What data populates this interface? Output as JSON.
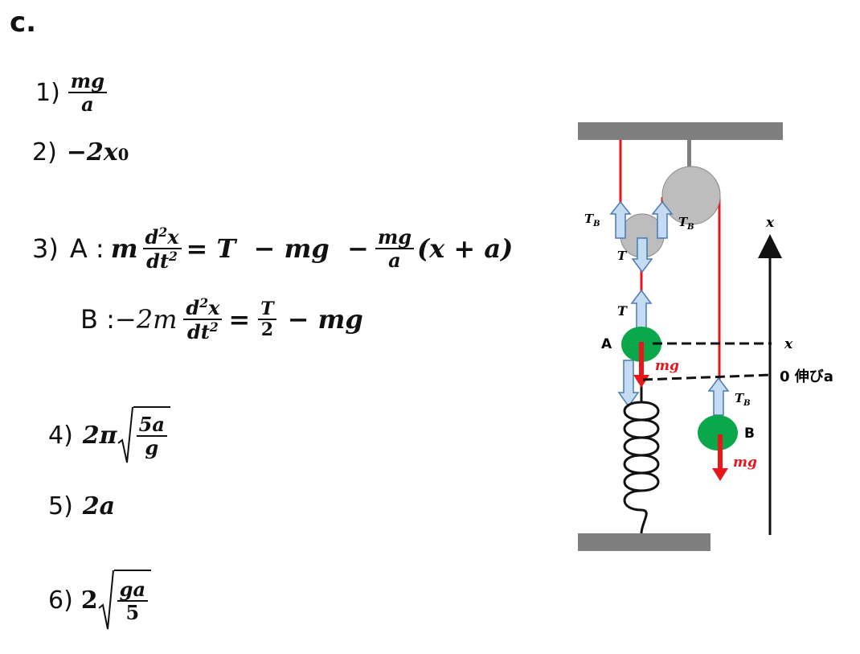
{
  "header": "c.",
  "answers": {
    "a1": {
      "label": "1)",
      "num": "mg",
      "den": "a"
    },
    "a2": {
      "label": "2)",
      "expr": "−2x",
      "sub": "0"
    },
    "a3": {
      "label": "3)",
      "A_label": "A :",
      "A_m": "m",
      "A_num": "d",
      "A_num_sup": "2",
      "A_num_x": "x",
      "A_den": "dt",
      "A_den_sup": "2",
      "A_rhs1": "= T  − mg  −",
      "A_frac_num": "mg",
      "A_frac_den": "a",
      "A_rhs2": "(x + a)",
      "B_label": "B :",
      "B_coef": "−2m",
      "B_num": "d",
      "B_num_sup": "2",
      "B_num_x": "x",
      "B_den": "dt",
      "B_den_sup": "2",
      "B_eq": "=",
      "B_frac_num": "T",
      "B_frac_den": "2",
      "B_rhs": "− mg"
    },
    "a4": {
      "label": "4)",
      "coef": "2π",
      "num": "5a",
      "den": "g"
    },
    "a5": {
      "label": "5)",
      "expr": "2a"
    },
    "a6": {
      "label": "6)",
      "coef": "2",
      "num": "ga",
      "den": "5"
    }
  },
  "diagram": {
    "tension_B_left": "T",
    "tension_B_left_sub": "B",
    "tension_B_right": "T",
    "tension_B_right_sub": "B",
    "tension_T_top": "T",
    "tension_T_bottom": "T",
    "mass_A_label": "A",
    "mass_B_label": "B",
    "mg_A": "mg",
    "mg_B": "mg",
    "tension_B_mass": "T",
    "tension_B_mass_sub": "B",
    "axis_label_top": "x",
    "axis_label_x": "x",
    "zero_label": "0 伸びa",
    "colors": {
      "rope": "#e8161b",
      "mass": "#0aa84a",
      "force_arrow": "#e8161b",
      "tension_arrow": "#c5dbf2",
      "ceiling": "#7f7f7f",
      "pulley": "#bdbdbd"
    }
  }
}
